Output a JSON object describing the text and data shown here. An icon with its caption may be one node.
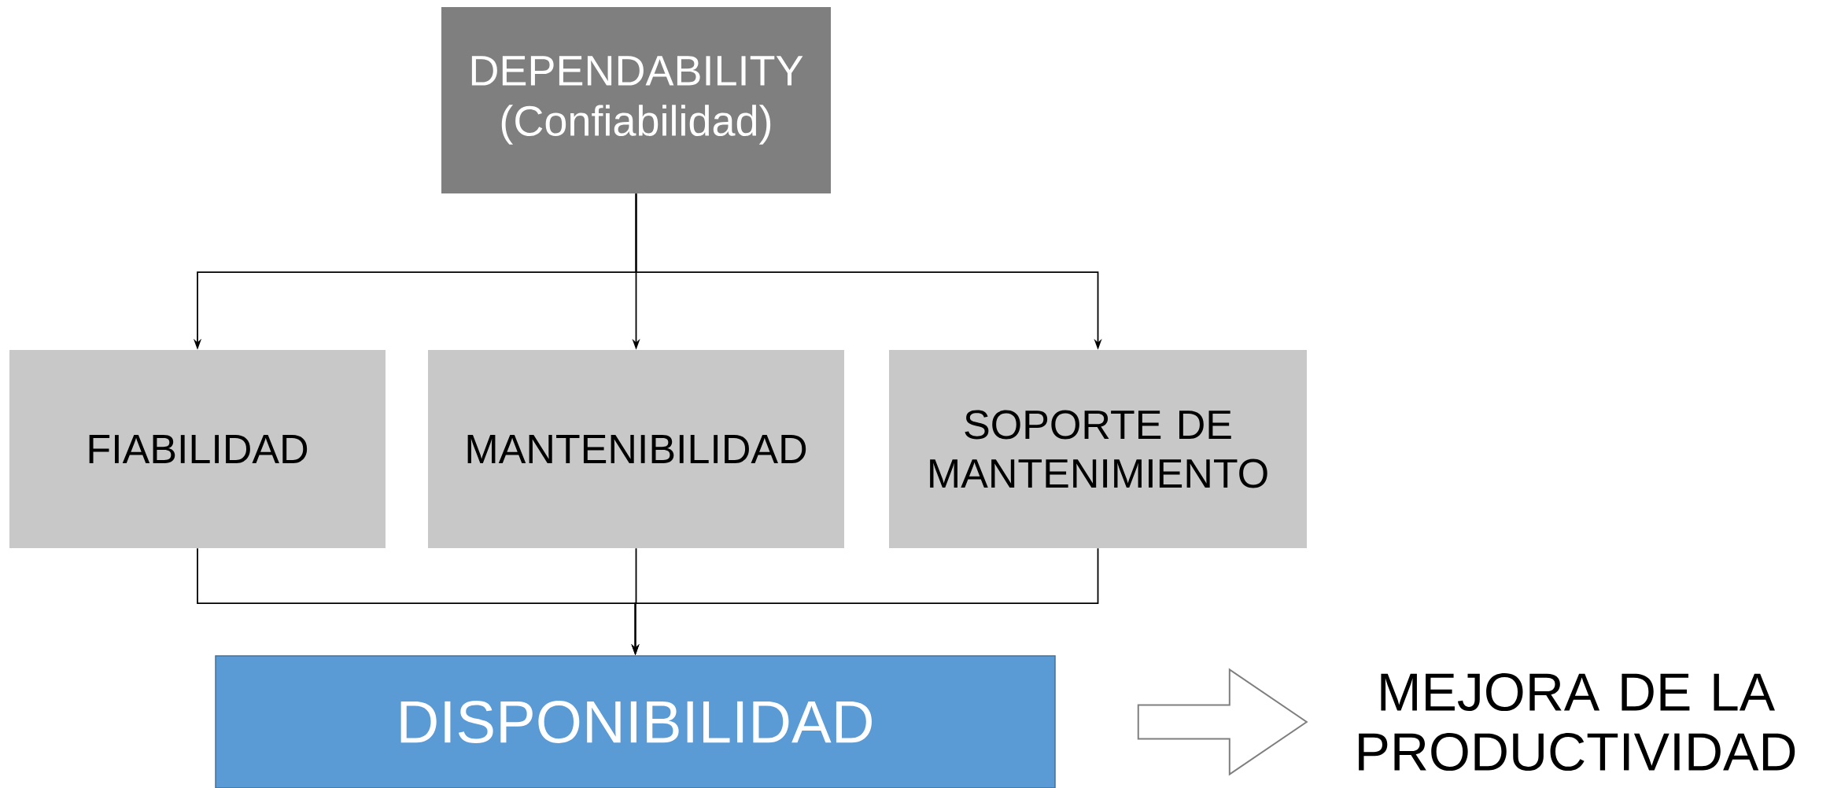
{
  "diagram": {
    "nodes": [
      {
        "text": [
          "DEPENDABILITY (Confiabilidad)"
        ]
      },
      {
        "text": [
          "FIABILIDAD"
        ]
      },
      {
        "text": [
          "MANTENIBILIDAD"
        ]
      },
      {
        "text": [
          "SOPORTE DE MANTENIMIENTO"
        ]
      },
      {
        "text": [
          "DISPONIBILIDAD"
        ]
      },
      {
        "text": [
          "MEJORA DE LA PRODUCTIVIDAD"
        ]
      }
    ],
    "edges": [
      {
        "from": 0,
        "to": 1,
        "arrow": "to"
      },
      {
        "from": 0,
        "to": 2,
        "arrow": "to"
      },
      {
        "from": 0,
        "to": 3,
        "arrow": "to"
      },
      {
        "from": 1,
        "to": 4,
        "arrow": "to"
      },
      {
        "from": 2,
        "to": 4,
        "arrow": "to"
      },
      {
        "from": 3,
        "to": 4,
        "arrow": "to"
      },
      {
        "from": 4,
        "to": 5,
        "arrow": "to",
        "style": "thick",
        "color": "#7f7f7f"
      }
    ]
  }
}
